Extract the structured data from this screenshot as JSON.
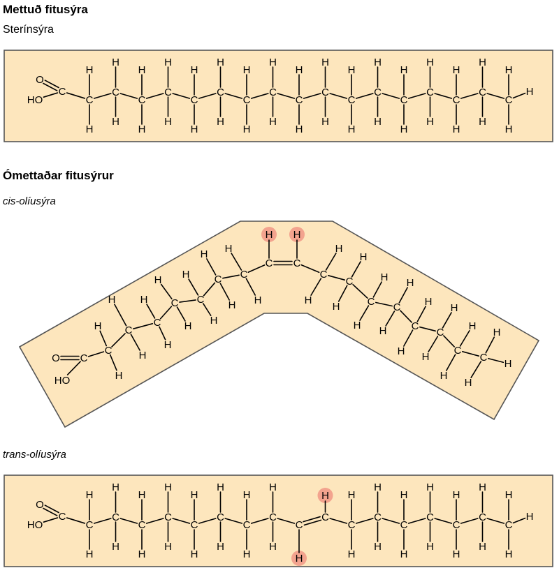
{
  "sections": {
    "saturated_heading": "Mettuð fitusýra",
    "saturated_name": "Sterínsýra",
    "unsaturated_heading": "Ómettaðar fitusýrur",
    "cis_name": "cis-olíusýra",
    "trans_name": "trans-olíusýra"
  },
  "atoms": {
    "carbon": "C",
    "hydrogen": "H",
    "oxygen": "O",
    "hydroxyl": "HO"
  },
  "molecules": {
    "chain_carbons": 18,
    "double_bond_after_carbon": 9,
    "highlight_color": "#f3a38e",
    "panel_color": "#fde6bd"
  }
}
